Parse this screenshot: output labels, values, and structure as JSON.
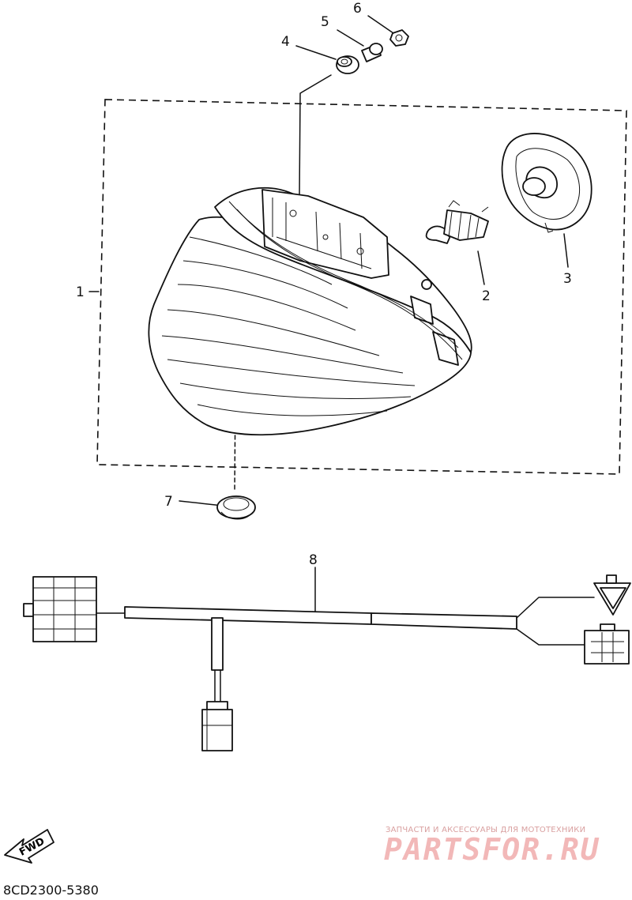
{
  "diagram": {
    "callouts": [
      {
        "id": "1",
        "label": "1"
      },
      {
        "id": "2",
        "label": "2"
      },
      {
        "id": "3",
        "label": "3"
      },
      {
        "id": "4",
        "label": "4"
      },
      {
        "id": "5",
        "label": "5"
      },
      {
        "id": "6",
        "label": "6"
      },
      {
        "id": "7",
        "label": "7"
      },
      {
        "id": "8",
        "label": "8"
      }
    ],
    "fwd_label": "FWD",
    "drawing_code": "8CD2300-5380"
  },
  "watermark": {
    "tagline": "ЗАПЧАСТИ И АКСЕССУАРЫ ДЛЯ МОТОТЕХНИКИ",
    "logo": "PARTSFOR.RU"
  }
}
